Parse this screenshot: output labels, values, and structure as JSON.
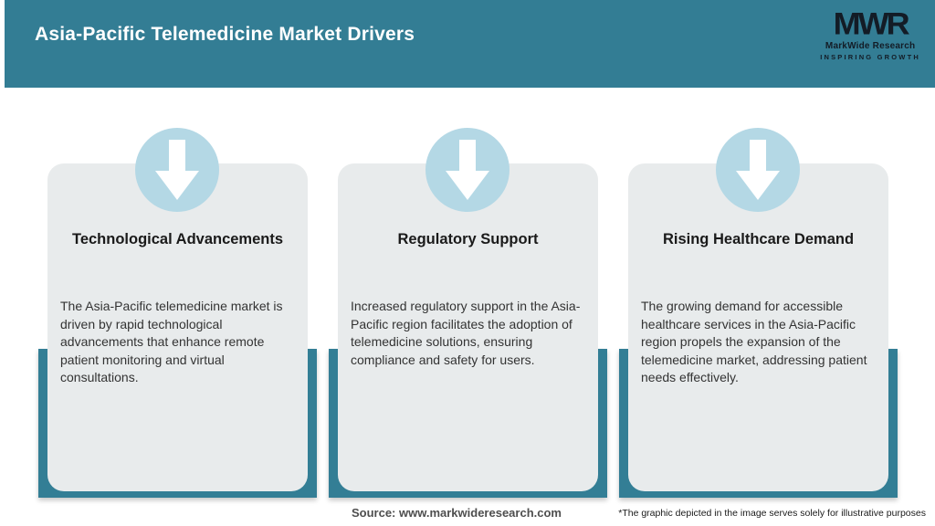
{
  "header": {
    "title": "Asia-Pacific Telemedicine Market Drivers",
    "logo": {
      "acronym": "MWR",
      "name": "MarkWide Research",
      "tagline": "INSPIRING GROWTH"
    }
  },
  "cards": [
    {
      "icon": "down-arrow-icon",
      "title": "Technological Advancements",
      "description": "The Asia-Pacific telemedicine market is driven by rapid technological advancements that enhance remote patient monitoring and virtual consultations."
    },
    {
      "icon": "down-arrow-icon",
      "title": "Regulatory Support",
      "description": "Increased regulatory support in the Asia-Pacific region facilitates the adoption of telemedicine solutions, ensuring compliance and safety for users."
    },
    {
      "icon": "down-arrow-icon",
      "title": "Rising Healthcare Demand",
      "description": "The growing demand for accessible healthcare services in the Asia-Pacific region propels the expansion of the telemedicine market, addressing patient needs effectively."
    }
  ],
  "footer": {
    "source": "Source: www.markwideresearch.com",
    "disclaimer": "*The graphic depicted in the image serves solely for illustrative purposes"
  },
  "colors": {
    "header_teal": "#337D94",
    "backing_teal": "#337E95",
    "card_bg": "#E8EBEC",
    "circle_blue": "#B4D8E5",
    "logo_dark": "#131C26",
    "title_text": "#FFFFFF",
    "card_title_text": "#1A1A1A",
    "body_text": "#333333",
    "source_text": "#4E4E4E",
    "disclaimer_text": "#1A1A1A"
  }
}
